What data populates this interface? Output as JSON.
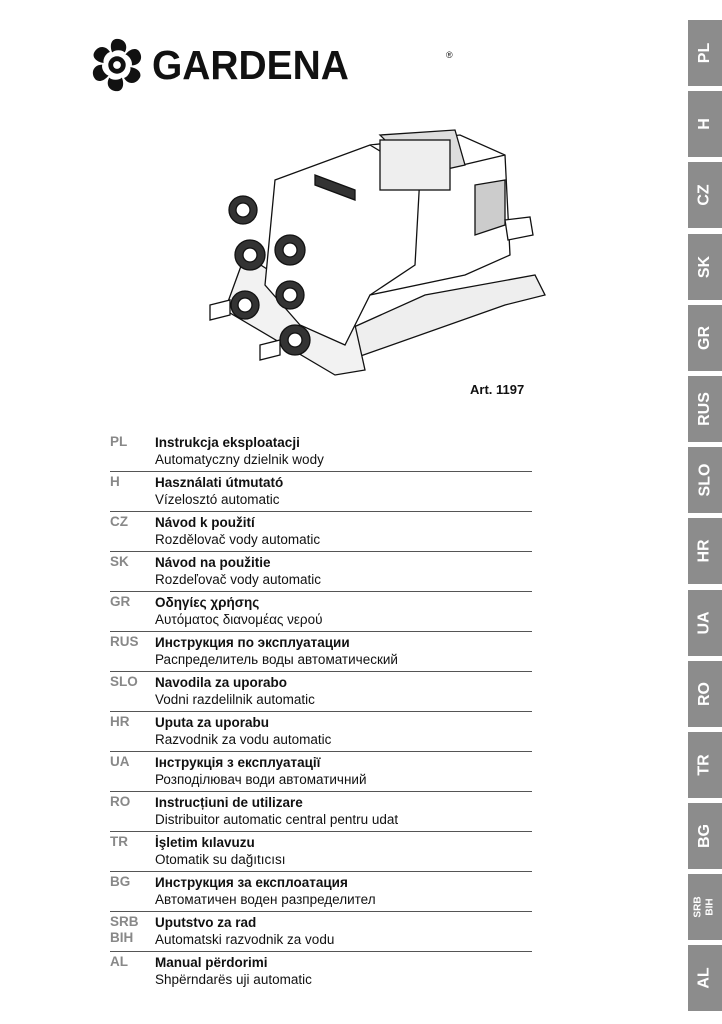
{
  "brand": {
    "name": "GARDENA",
    "registered": "®"
  },
  "article": "Art. 1197",
  "entries": [
    {
      "code": "PL",
      "title": "Instrukcja eksploatacji",
      "subtitle": "Automatyczny dzielnik wody"
    },
    {
      "code": "H",
      "title": "Használati útmutató",
      "subtitle": "Vízelosztó automatic"
    },
    {
      "code": "CZ",
      "title": "Návod k použití",
      "subtitle": "Rozdělovač vody automatic"
    },
    {
      "code": "SK",
      "title": "Návod na použitie",
      "subtitle": "Rozdeľovač vody automatic"
    },
    {
      "code": "GR",
      "title": "Οδηγίες χρήσης",
      "subtitle": "Αυτόματος διανομέας νερού"
    },
    {
      "code": "RUS",
      "title": "Инструкция по эксплуатации",
      "subtitle": "Распределитель воды автоматический"
    },
    {
      "code": "SLO",
      "title": "Navodila za uporabo",
      "subtitle": "Vodni razdelilnik automatic"
    },
    {
      "code": "HR",
      "title": "Uputa za uporabu",
      "subtitle": "Razvodnik za vodu automatic"
    },
    {
      "code": "UA",
      "title": "Інструкція з експлуатації",
      "subtitle": "Розподілювач води автоматичний"
    },
    {
      "code": "RO",
      "title": "Instrucțiuni de utilizare",
      "subtitle": "Distribuitor automatic central pentru udat"
    },
    {
      "code": "TR",
      "title": "İşletim kılavuzu",
      "subtitle": "Otomatik su dağıtıcısı"
    },
    {
      "code": "BG",
      "title": "Инструкция за експлоатация",
      "subtitle": "Автоматичен воден разпределител"
    },
    {
      "code": "SRB BIH",
      "title": "Uputstvo za rad",
      "subtitle": "Automatski razvodnik za vodu"
    },
    {
      "code": "AL",
      "title": "Manual përdorimi",
      "subtitle": "Shpërndarës uji automatic"
    }
  ],
  "tabs": [
    "PL",
    "H",
    "CZ",
    "SK",
    "GR",
    "RUS",
    "SLO",
    "HR",
    "UA",
    "RO",
    "TR",
    "BG",
    "SRB BIH",
    "AL"
  ],
  "colors": {
    "tab": "#8c8c8c",
    "code": "#888888"
  }
}
